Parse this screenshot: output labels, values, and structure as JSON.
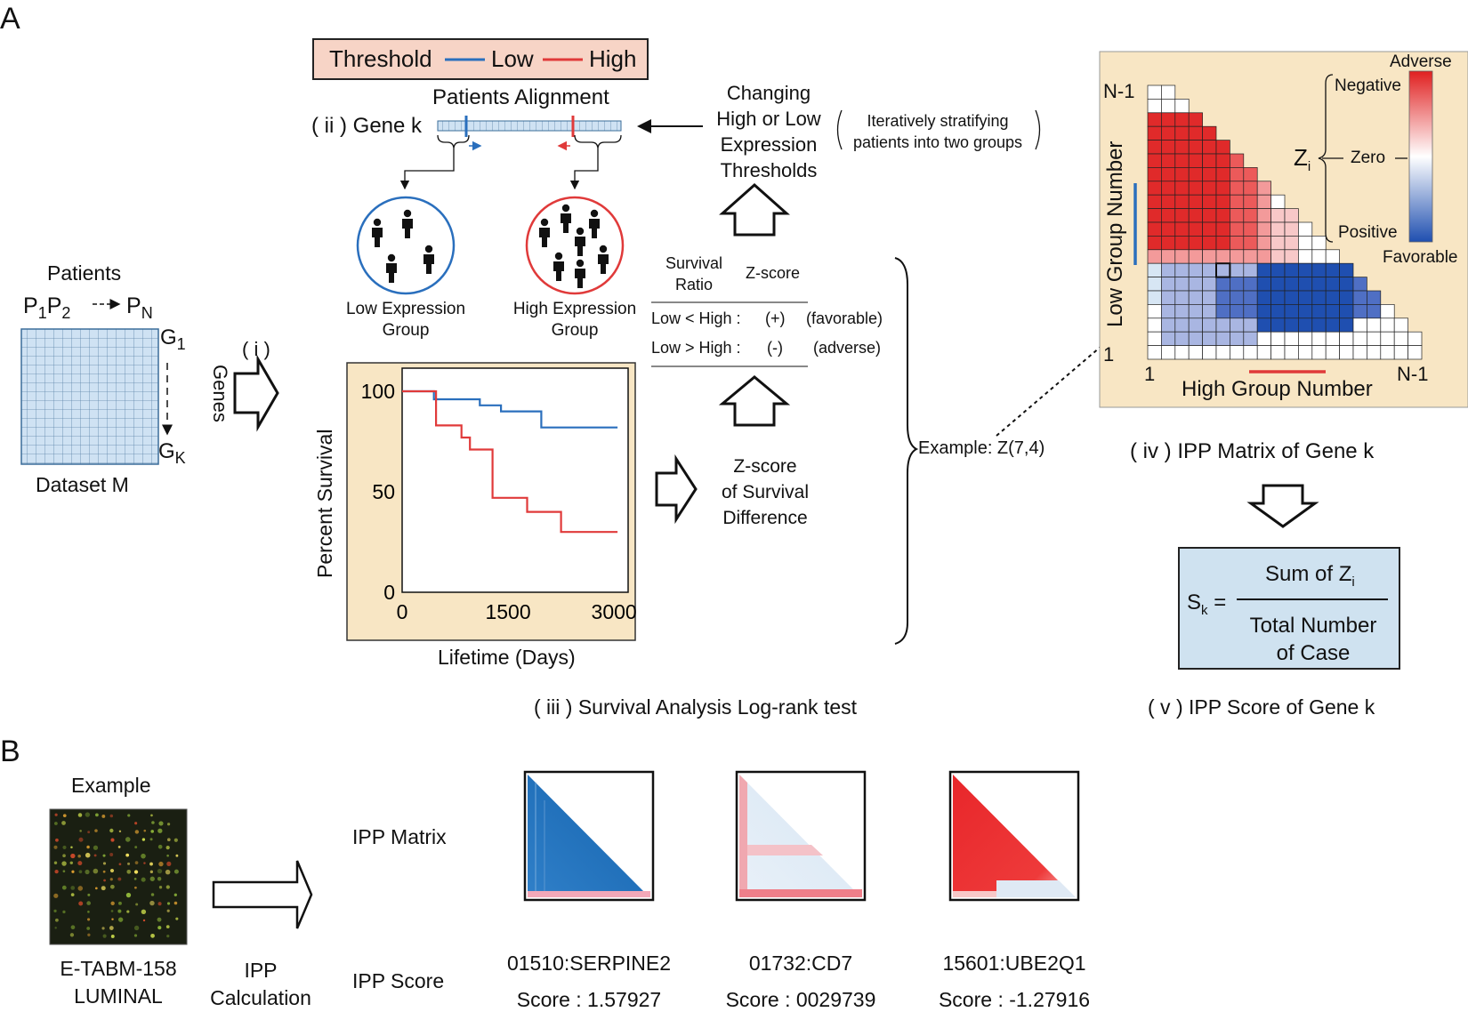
{
  "panel_a": {
    "letter": "A",
    "legend": {
      "threshold": "Threshold",
      "low": "Low",
      "high": "High",
      "low_color": "#2a6fbd",
      "high_color": "#e03a3a"
    },
    "dataset": {
      "patients": "Patients",
      "p1": "P",
      "p1_sub": "1",
      "p2": "P",
      "p2_sub": "2",
      "pn": "P",
      "pn_sub": "N",
      "g1": "G",
      "g1_sub": "1",
      "gk": "G",
      "gk_sub": "K",
      "genes": "Genes",
      "name": "Dataset M"
    },
    "step_i": "( i )",
    "step_ii": {
      "title": "Patients Alignment",
      "gene": "( ii ) Gene k"
    },
    "groups": {
      "low_line1": "Low Expression",
      "low_line2": "Group",
      "high_line1": "High Expression",
      "high_line2": "Group"
    },
    "threshold_box": {
      "l1": "Changing",
      "l2": "High or Low",
      "l3": "Expression",
      "l4": "Thresholds",
      "note1": "Iteratively stratifying",
      "note2": "patients into two groups"
    },
    "table": {
      "h1a": "Survival",
      "h1b": "Ratio",
      "h2": "Z-score",
      "r1a": "Low < High :",
      "r1b": "(+)",
      "r1c": "(favorable)",
      "r2a": "Low > High :",
      "r2b": "(-)",
      "r2c": "(adverse)"
    },
    "zscore": {
      "l1": "Z-score",
      "l2": "of Survival",
      "l3": "Difference"
    },
    "example": "Example: Z(7,4)",
    "step_iii": "( iii ) Survival Analysis Log-rank test",
    "matrix": {
      "ylabel": "Low Group Number",
      "xlabel": "High Group Number",
      "y_top": "N-1",
      "y_bottom": "1",
      "x_left": "1",
      "x_right": "N-1",
      "adverse": "Adverse",
      "favorable": "Favorable",
      "negative": "Negative",
      "zero": "Zero",
      "positive": "Positive",
      "zi": "Z",
      "zi_sub": "i",
      "caption": "( iv )   IPP Matrix of Gene k"
    },
    "formula": {
      "lhs": "S",
      "lhs_sub": "k",
      "eq": "=",
      "num": "Sum of Z",
      "num_sub": "i",
      "den1": "Total Number",
      "den2": "of Case"
    },
    "step_v": "( v ) IPP Score of Gene k"
  },
  "chart_data": {
    "type": "line",
    "xlabel": "Lifetime (Days)",
    "ylabel": "Percent Survival",
    "xlim": [
      0,
      3200
    ],
    "ylim": [
      0,
      100
    ],
    "x_ticks": [
      "0",
      "1500",
      "3000"
    ],
    "y_ticks": [
      "100",
      "50",
      "0"
    ],
    "series": [
      {
        "color": "#2a6fbd",
        "x": [
          0,
          450,
          450,
          1100,
          1100,
          1400,
          1400,
          1970,
          1970,
          3050
        ],
        "y": [
          100,
          100,
          96,
          96,
          93,
          93,
          90,
          90,
          82,
          82
        ]
      },
      {
        "color": "#e03a3a",
        "x": [
          0,
          480,
          480,
          840,
          840,
          960,
          960,
          1280,
          1280,
          1770,
          1770,
          2250,
          2250,
          3050
        ],
        "y": [
          100,
          100,
          83,
          83,
          77,
          77,
          71,
          71,
          47,
          47,
          40,
          40,
          30,
          30
        ]
      }
    ]
  },
  "panel_b": {
    "letter": "B",
    "example": "Example",
    "dataset1": "E-TABM-158",
    "dataset2": "LUMINAL",
    "calc1": "IPP",
    "calc2": "Calculation",
    "matrix_label": "IPP Matrix",
    "score_label": "IPP Score",
    "genes": [
      {
        "name": "01510:SERPINE2",
        "score": "Score : 1.57927"
      },
      {
        "name": "01732:CD7",
        "score": "Score : 0029739"
      },
      {
        "name": "15601:UBE2Q1",
        "score": "Score : -1.27916"
      }
    ]
  }
}
